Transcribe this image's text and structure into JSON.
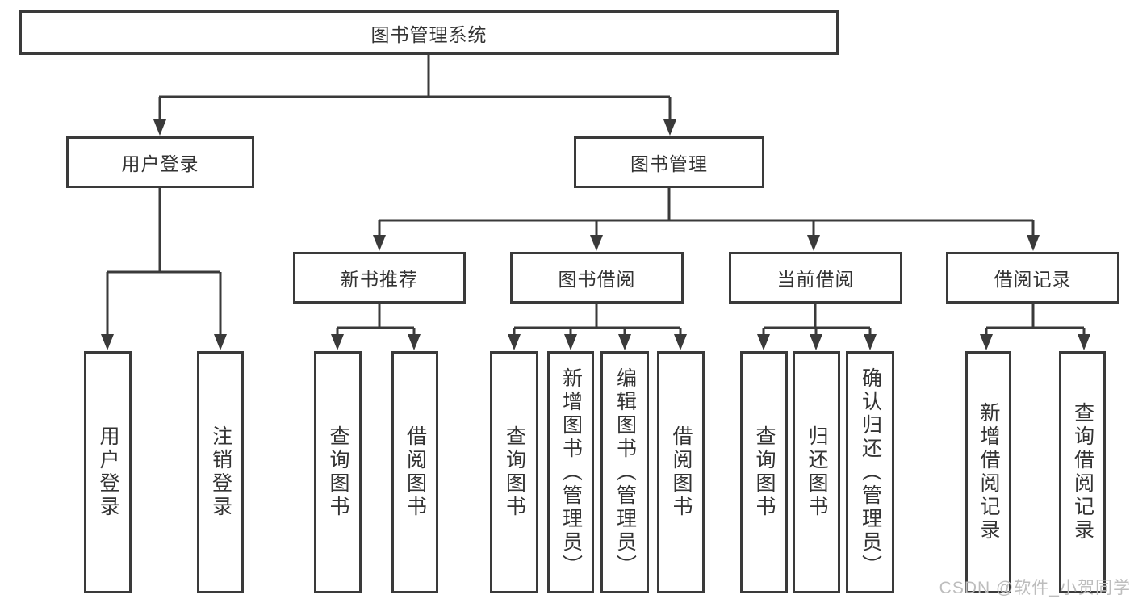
{
  "watermark": "CSDN @软件_小贺同学",
  "colors": {
    "line": "#3a3a3a",
    "text": "#333333",
    "watermark": "#bdbdbd"
  },
  "nodes": {
    "root": "图书管理系统",
    "login_group": "用户登录",
    "book_group": "图书管理",
    "leaf_user_login": "用户登录",
    "leaf_logout": "注销登录",
    "cat_new_books": "新书推荐",
    "cat_borrow": "图书借阅",
    "cat_current": "当前借阅",
    "cat_records": "借阅记录",
    "leaf_nb_query": "查询图书",
    "leaf_nb_borrow": "借阅图书",
    "leaf_bb_query": "查询图书",
    "leaf_bb_add": "新增图书（管理员）",
    "leaf_bb_edit": "编辑图书（管理员）",
    "leaf_bb_borrow": "借阅图书",
    "leaf_cb_query": "查询图书",
    "leaf_cb_return": "归还图书",
    "leaf_cb_confirm": "确认归还（管理员）",
    "leaf_br_add": "新增借阅记录",
    "leaf_br_query": "查询借阅记录"
  }
}
